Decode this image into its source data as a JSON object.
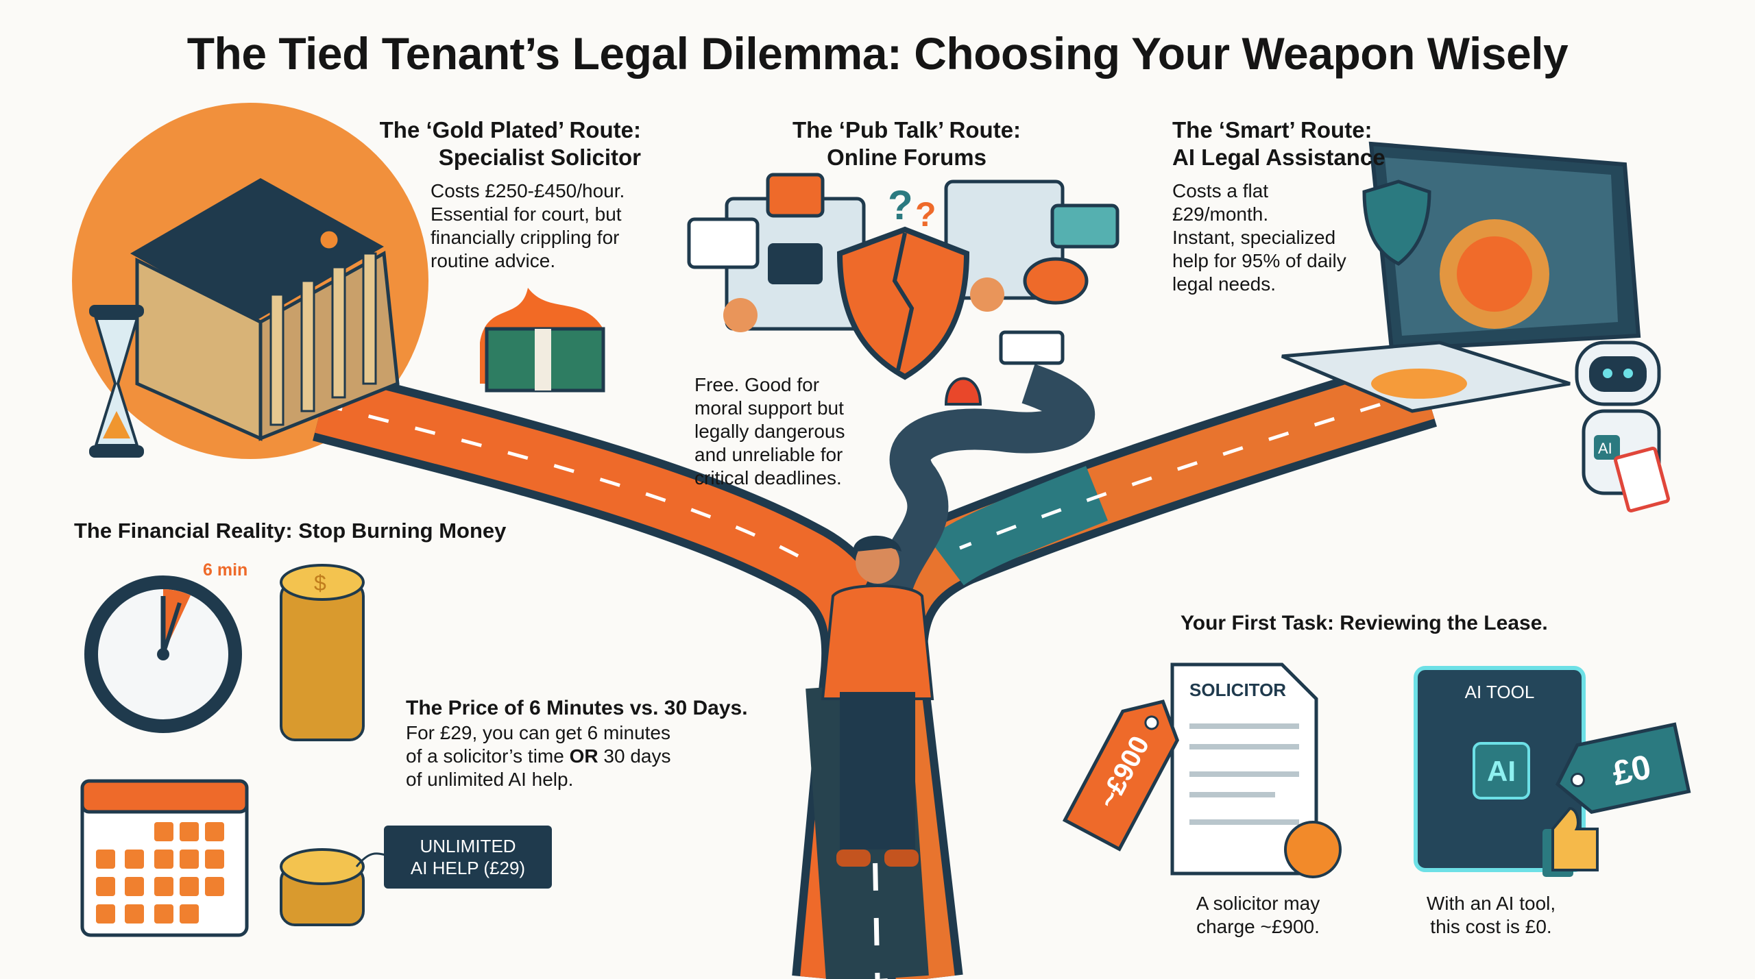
{
  "title": "The Tied Tenant’s Legal Dilemma: Choosing Your Weapon Wisely",
  "routes": [
    {
      "heading_line1": "The ‘Gold Plated’ Route:",
      "heading_line2": "Specialist Solicitor",
      "body": [
        "Costs £250-£450/hour.",
        "Essential for court, but",
        "financially crippling for",
        "routine advice."
      ]
    },
    {
      "heading_line1": "The ‘Pub Talk’ Route:",
      "heading_line2": "Online Forums",
      "body": [
        "Free. Good for",
        "moral support but",
        "legally dangerous",
        "and unreliable for",
        "critical deadlines."
      ]
    },
    {
      "heading_line1": "The ‘Smart’ Route:",
      "heading_line2": "AI Legal Assistance",
      "body": [
        "Costs a flat",
        "£29/month.",
        "Instant, specialized",
        "help for 95% of daily",
        "legal needs."
      ]
    }
  ],
  "financial": {
    "heading": "The Financial Reality: Stop Burning Money",
    "clock_label": "6 min",
    "price_heading": "The Price of 6 Minutes vs. 30 Days.",
    "price_line1": "For £29, you can get 6 minutes",
    "price_line2a": "of a solicitor’s time ",
    "price_line2b": "OR",
    "price_line2c": " 30 days",
    "price_line3": "of unlimited AI help.",
    "tag_line1": "UNLIMITED",
    "tag_line2": "AI HELP (£29)"
  },
  "first_task": {
    "heading": "Your First Task: Reviewing the Lease.",
    "solicitor_doc_label": "SOLICITOR",
    "solicitor_price_tag": "~£900",
    "solicitor_caption": [
      "A solicitor may",
      "charge ~£900."
    ],
    "ai_doc_label": "AI TOOL",
    "ai_chip_label": "AI",
    "ai_price_tag": "£0",
    "ai_caption": [
      "With an AI tool,",
      "this cost is £0."
    ]
  },
  "robot_badge": "AI",
  "colors": {
    "orange": "#ee6a2a",
    "navy": "#1f3a4d",
    "teal": "#2b7a80",
    "gold": "#e9b64a"
  }
}
